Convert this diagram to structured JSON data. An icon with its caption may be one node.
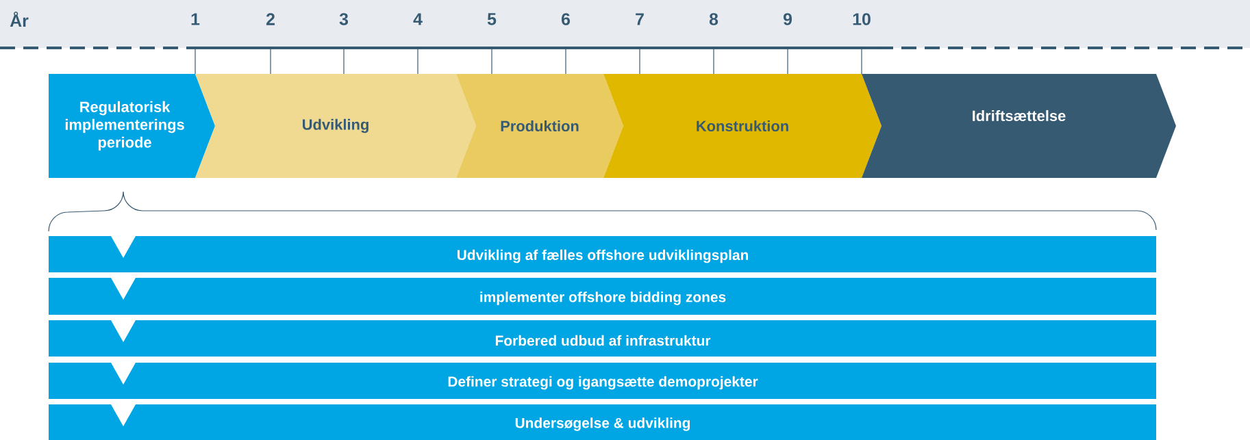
{
  "diagram": {
    "nodes": [
      {
        "text": [
          "Regulatorisk implementerings periode"
        ]
      },
      {
        "text": [
          "Udvikling"
        ]
      },
      {
        "text": [
          "Produktion"
        ]
      },
      {
        "text": [
          "Konstruktion"
        ]
      },
      {
        "text": [
          "Idriftsættelse"
        ]
      },
      {
        "text": [
          "Udvikling af fælles offshore udviklingsplan"
        ]
      },
      {
        "text": [
          "implementer offshore bidding zones"
        ]
      },
      {
        "text": [
          "Forbered udbud af infrastruktur"
        ]
      },
      {
        "text": [
          "Definer strategi og igangsætte demoprojekter"
        ]
      },
      {
        "text": [
          "Undersøgelse & udvikling"
        ]
      }
    ],
    "labels": [
      "År",
      "1",
      "2",
      "3",
      "4",
      "5",
      "6",
      "7",
      "8",
      "9",
      "10"
    ]
  }
}
